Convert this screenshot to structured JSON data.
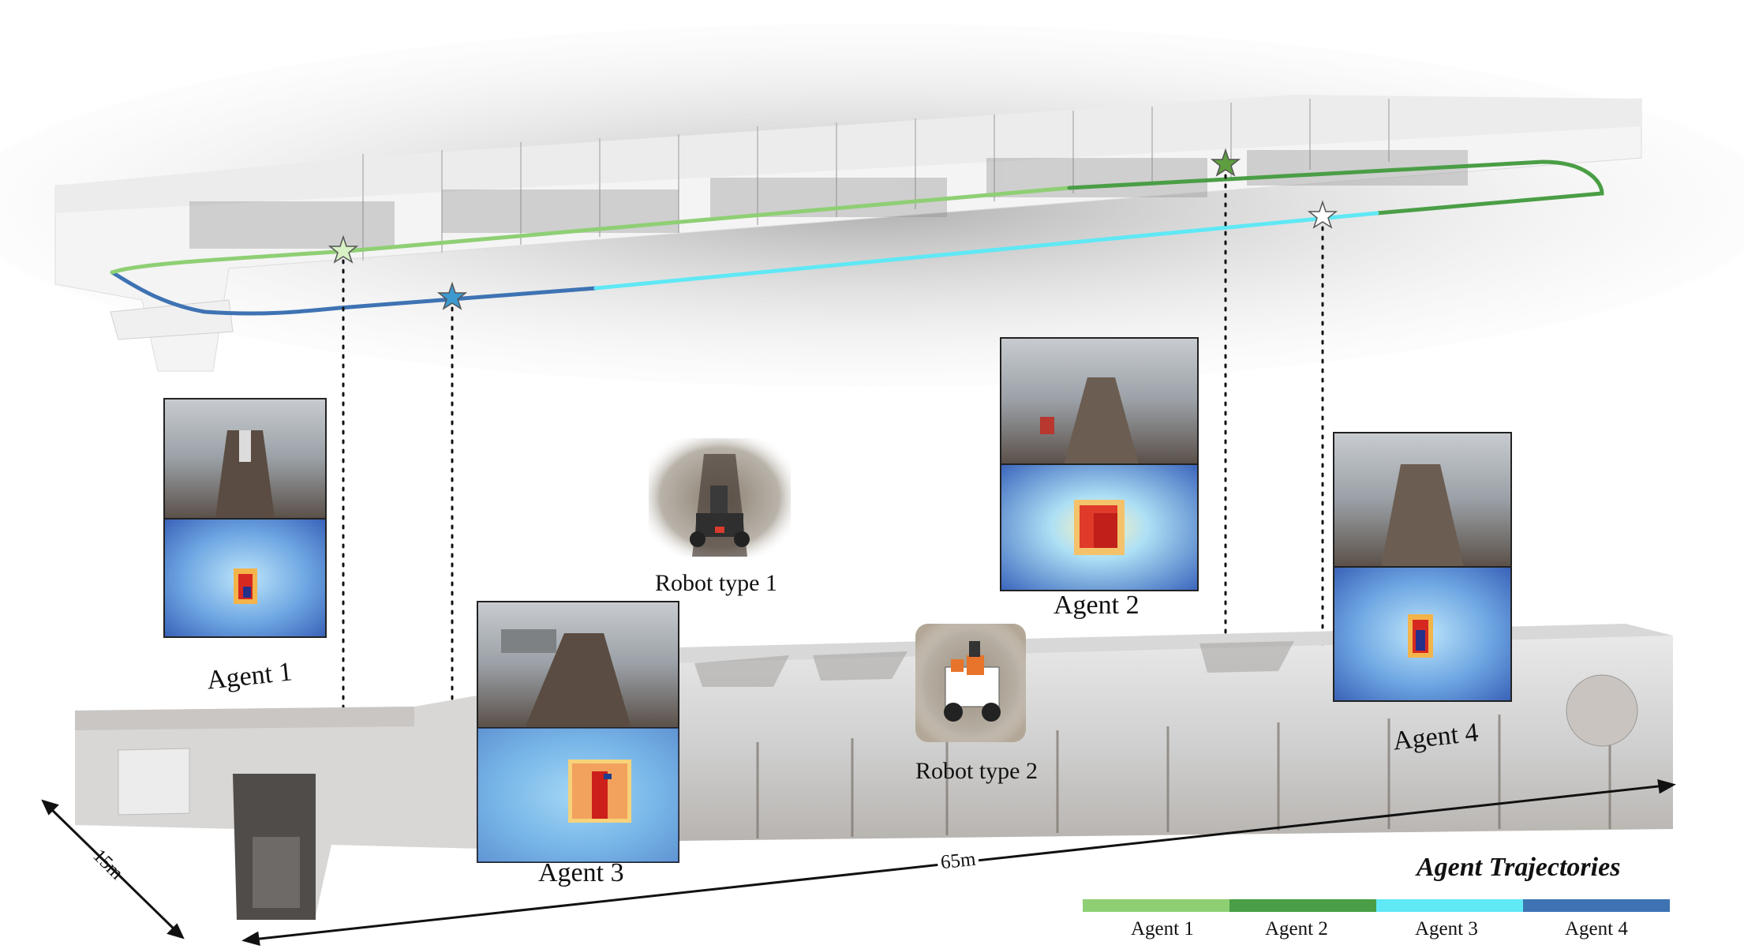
{
  "agents": [
    {
      "label": "Agent 1",
      "color": "#8fcf74"
    },
    {
      "label": "Agent 2",
      "color": "#4a9e45"
    },
    {
      "label": "Agent 3",
      "color": "#5fe8f5"
    },
    {
      "label": "Agent 4",
      "color": "#3e73b3"
    }
  ],
  "robots": [
    {
      "label": "Robot type 1"
    },
    {
      "label": "Robot type 2"
    }
  ],
  "dimensions": {
    "width": "15m",
    "length": "65m"
  },
  "legend": {
    "title": "Agent Trajectories"
  },
  "colors": {
    "depth_far": "#3f6fc0",
    "depth_mid": "#7ec3ef",
    "depth_near": "#f6d27a",
    "depth_close": "#e2322a"
  }
}
